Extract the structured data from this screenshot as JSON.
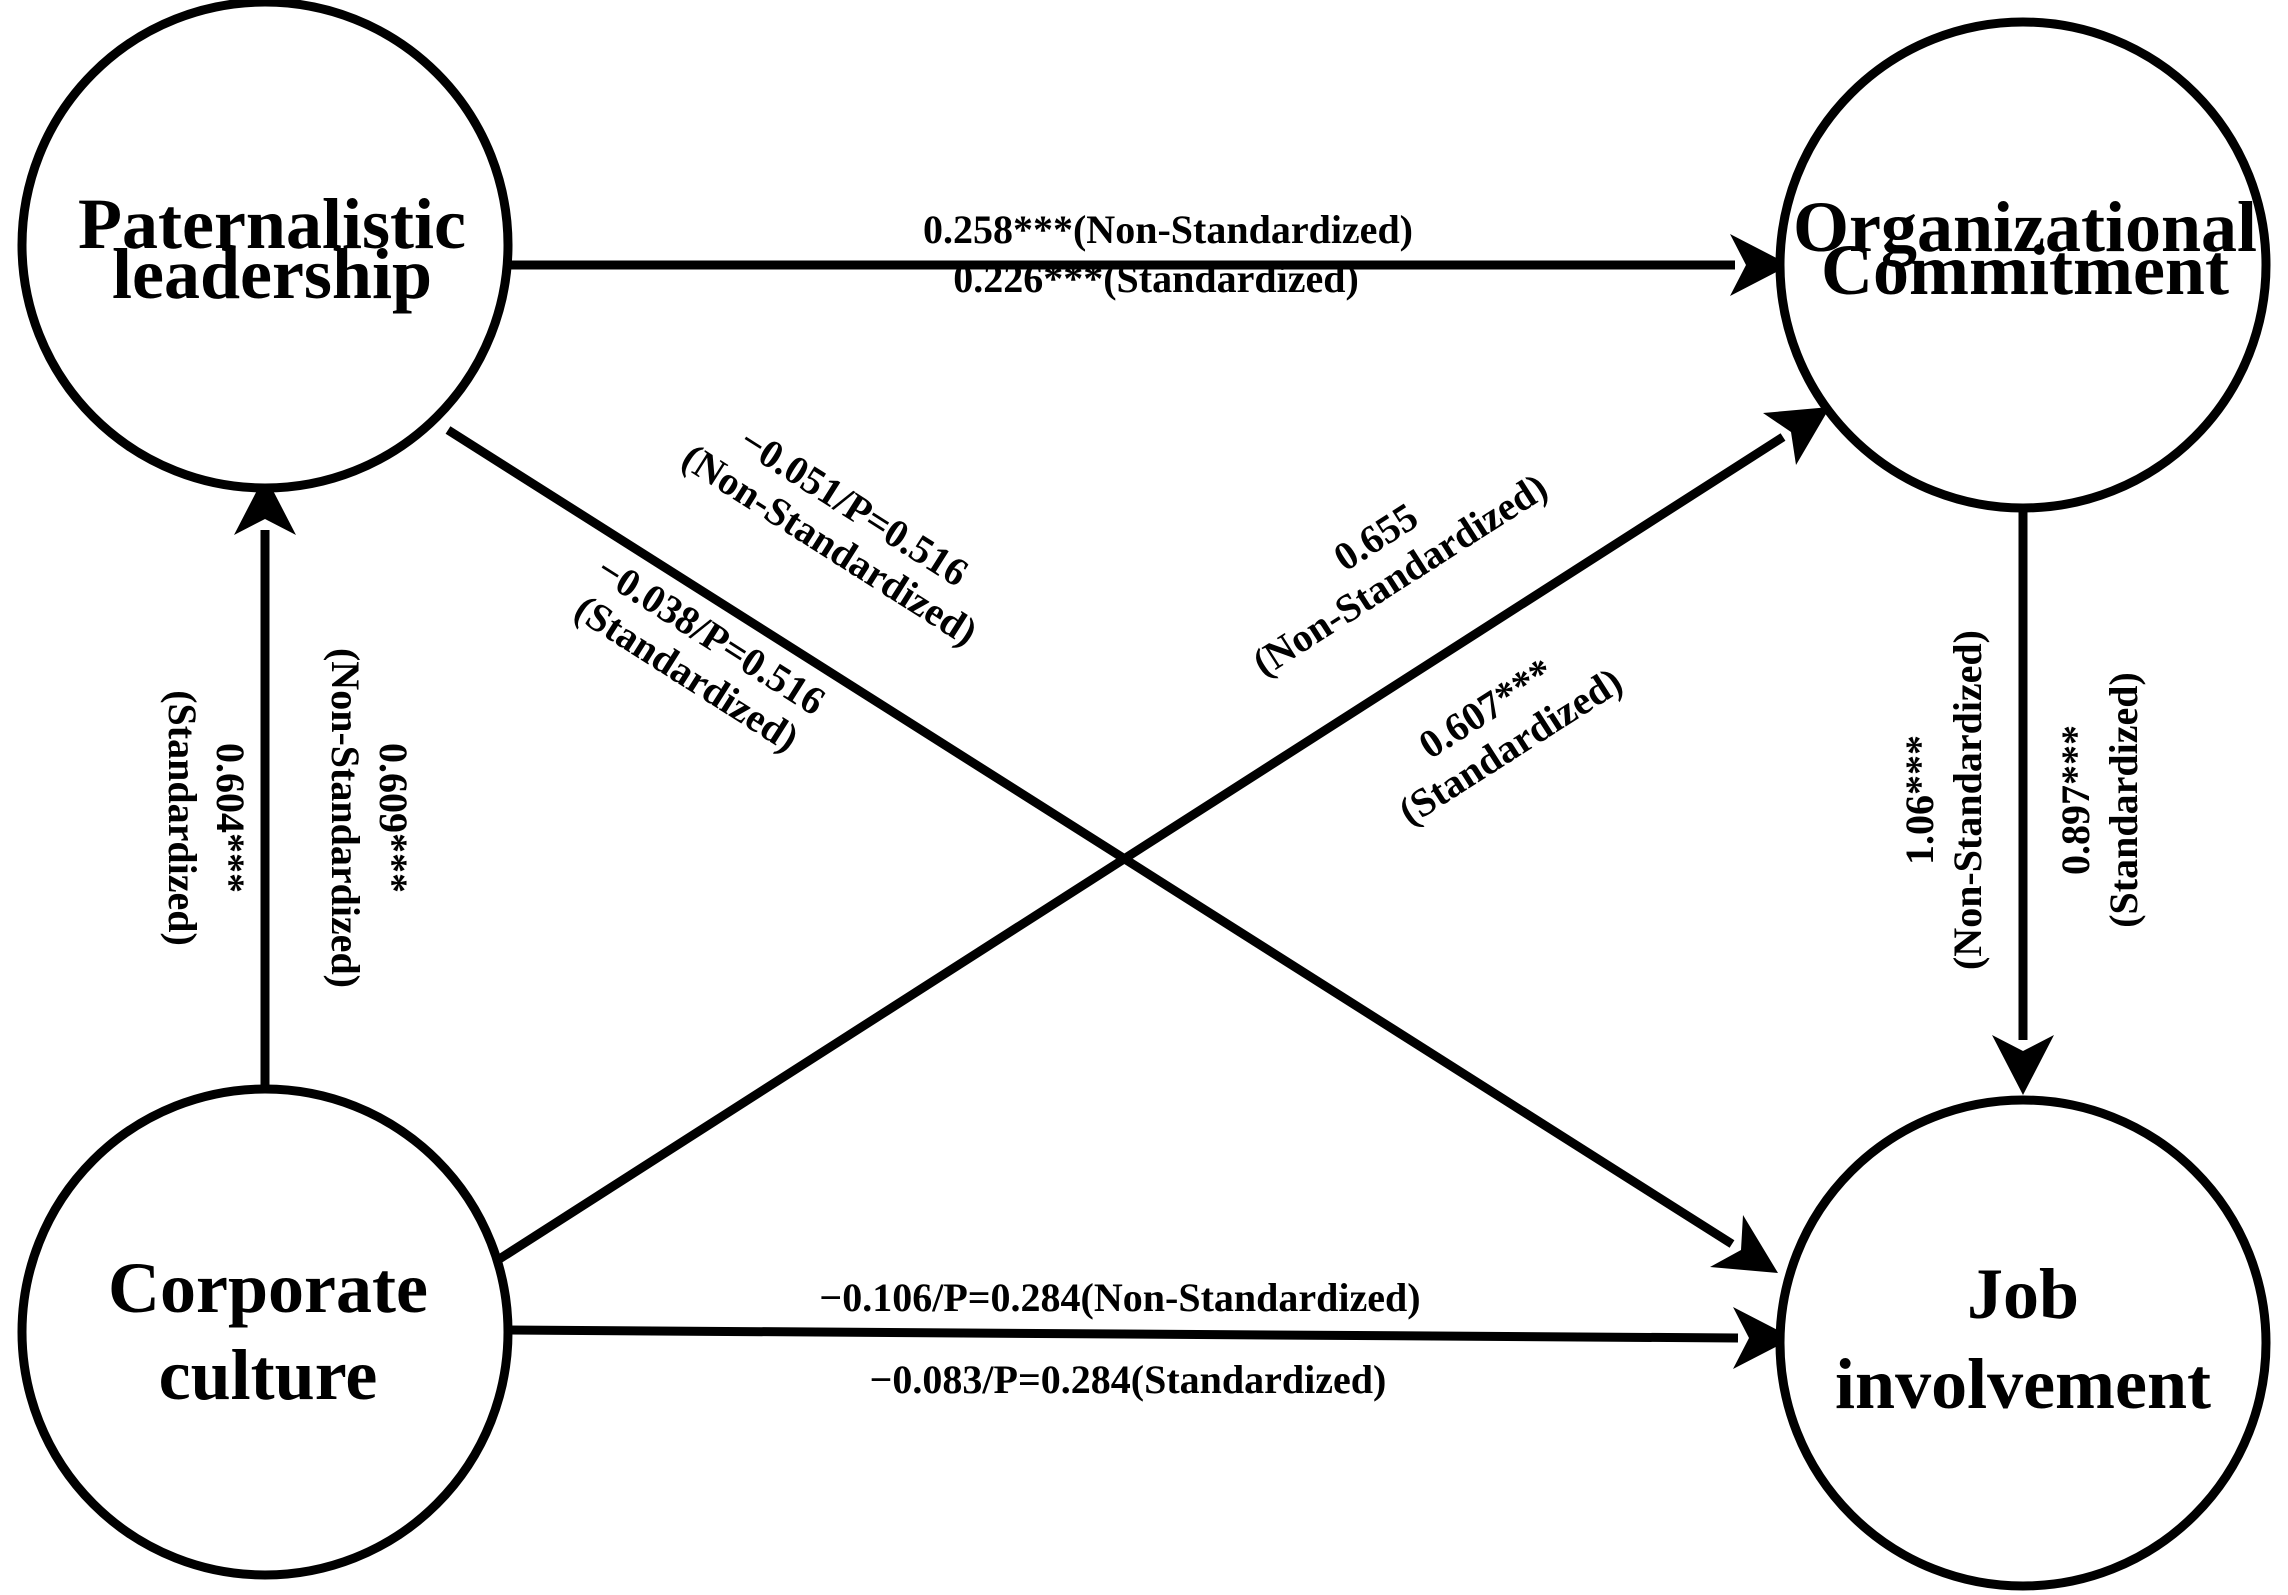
{
  "colors": {
    "stroke": "#000000",
    "background": "#ffffff"
  },
  "nodes": {
    "paternalistic_leadership": {
      "line1": "Paternalistic",
      "line2": "leadership"
    },
    "organizational_commitment": {
      "line1": "Organizational",
      "line2": "Commitment"
    },
    "corporate_culture": {
      "line1": "Corporate",
      "line2": "culture"
    },
    "job_involvement": {
      "line1": "Job",
      "line2": "involvement"
    }
  },
  "edges": {
    "pl_to_oc": {
      "non_standardized": "0.258***(Non-Standardized)",
      "standardized": "0.226***(Standardized)"
    },
    "pl_to_ji": {
      "non_standardized_value": "−0.051/P=0.516",
      "non_standardized_tag": "(Non-Standardized)",
      "standardized_value": "−0.038/P=0.516",
      "standardized_tag": "(Standardized)"
    },
    "cc_to_oc": {
      "non_standardized_value": "0.655",
      "non_standardized_tag": "(Non-Standardized)",
      "standardized_value": "0.607***",
      "standardized_tag": "(Standardized)"
    },
    "cc_to_pl": {
      "standardized_value": "0.604***",
      "standardized_tag": "(Standardized)",
      "non_standardized_value": "0.609***",
      "non_standardized_tag": "(Non-Standardized)"
    },
    "oc_to_ji": {
      "non_standardized_value": "1.06***",
      "non_standardized_tag": "(Non-Standardized)",
      "standardized_value": "0.897***",
      "standardized_tag": "(Standardized)"
    },
    "cc_to_ji": {
      "non_standardized": "−0.106/P=0.284(Non-Standardized)",
      "standardized": "−0.083/P=0.284(Standardized)"
    }
  }
}
